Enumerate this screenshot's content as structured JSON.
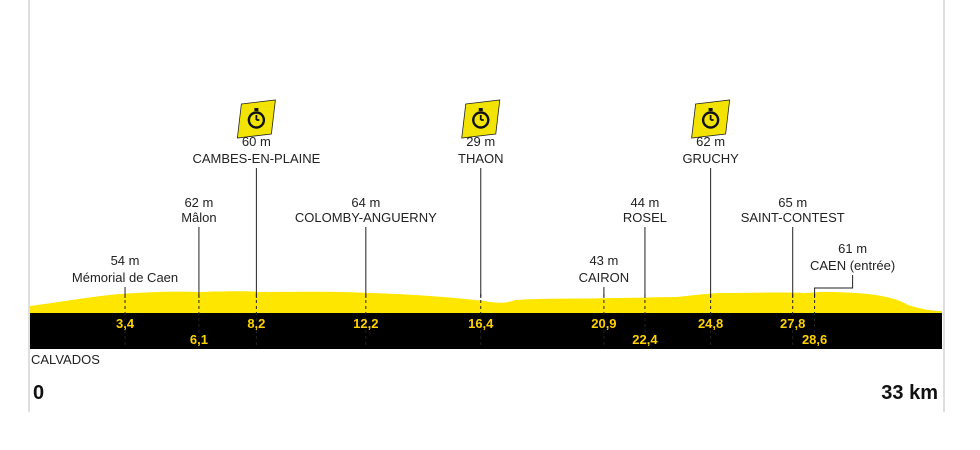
{
  "chart_data": {
    "type": "area",
    "x_unit": "km",
    "xlim": [
      0,
      33
    ],
    "region": "CALVADOS",
    "axis": {
      "start_label": "0",
      "end_label": "33 km"
    },
    "colors": {
      "profile_fill": "#ffe600",
      "band": "#000000",
      "km_text": "#ffd200",
      "icon_bg": "#f2e400"
    },
    "points": [
      {
        "km": 3.4,
        "km_label": "3,4",
        "alt": "54 m",
        "name": "Mémorial de Caen",
        "km_row": "top"
      },
      {
        "km": 6.1,
        "km_label": "6,1",
        "alt": "62 m",
        "name": "Mâlon",
        "km_row": "bottom"
      },
      {
        "km": 8.2,
        "km_label": "8,2",
        "alt": "60 m",
        "name": "CAMBES-EN-PLAINE",
        "km_row": "top",
        "timing_point": true,
        "icon": "stopwatch-icon"
      },
      {
        "km": 12.2,
        "km_label": "12,2",
        "alt": "64 m",
        "name": "COLOMBY-ANGUERNY",
        "km_row": "top"
      },
      {
        "km": 16.4,
        "km_label": "16,4",
        "alt": "29 m",
        "name": "THAON",
        "km_row": "top",
        "timing_point": true,
        "icon": "stopwatch-icon"
      },
      {
        "km": 20.9,
        "km_label": "20,9",
        "alt": "43 m",
        "name": "CAIRON",
        "km_row": "top"
      },
      {
        "km": 22.4,
        "km_label": "22,4",
        "alt": "44 m",
        "name": "ROSEL",
        "km_row": "bottom"
      },
      {
        "km": 24.8,
        "km_label": "24,8",
        "alt": "62 m",
        "name": "GRUCHY",
        "km_row": "top",
        "timing_point": true,
        "icon": "stopwatch-icon"
      },
      {
        "km": 27.8,
        "km_label": "27,8",
        "alt": "65 m",
        "name": "SAINT-CONTEST",
        "km_row": "top"
      },
      {
        "km": 28.6,
        "km_label": "28,6",
        "alt": "61 m",
        "name": "CAEN (entrée)",
        "km_row": "bottom"
      }
    ]
  }
}
